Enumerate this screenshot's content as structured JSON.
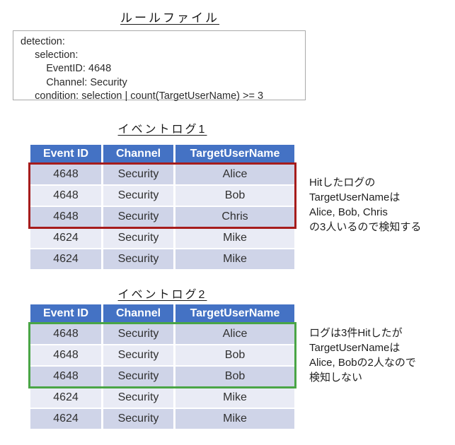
{
  "rule_file": {
    "title": "ルールファイル",
    "code": "detection:\n     selection:\n         EventID: 4648\n         Channel: Security\n     condition: selection | count(TargetUserName) >= 3"
  },
  "event_logs": [
    {
      "title": "イベントログ1",
      "columns": [
        "Event ID",
        "Channel",
        "TargetUserName"
      ],
      "rows": [
        [
          "4648",
          "Security",
          "Alice"
        ],
        [
          "4648",
          "Security",
          "Bob"
        ],
        [
          "4648",
          "Security",
          "Chris"
        ],
        [
          "4624",
          "Security",
          "Mike"
        ],
        [
          "4624",
          "Security",
          "Mike"
        ]
      ],
      "highlighted_rows": [
        0,
        1,
        2
      ],
      "highlight_color": "#a61c1c",
      "annotation": "Hitしたログの\nTargetUserNameは\nAlice, Bob, Chris\nの3人いるので検知する"
    },
    {
      "title": "イベントログ2",
      "columns": [
        "Event ID",
        "Channel",
        "TargetUserName"
      ],
      "rows": [
        [
          "4648",
          "Security",
          "Alice"
        ],
        [
          "4648",
          "Security",
          "Bob"
        ],
        [
          "4648",
          "Security",
          "Bob"
        ],
        [
          "4624",
          "Security",
          "Mike"
        ],
        [
          "4624",
          "Security",
          "Mike"
        ]
      ],
      "highlighted_rows": [
        0,
        1,
        2
      ],
      "highlight_color": "#4aa546",
      "annotation": "ログは3件Hitしたが\nTargetUserNameは\nAlice, Bobの2人なので\n検知しない"
    }
  ],
  "colors": {
    "table_header_bg": "#4472c4",
    "table_header_text": "#ffffff",
    "row_band_dark": "#cfd4e8",
    "row_band_light": "#e9ebf5",
    "hit_box_red": "#a61c1c",
    "hit_box_green": "#4aa546",
    "rule_box_border": "#a9a9a9",
    "cell_text": "#303030"
  }
}
